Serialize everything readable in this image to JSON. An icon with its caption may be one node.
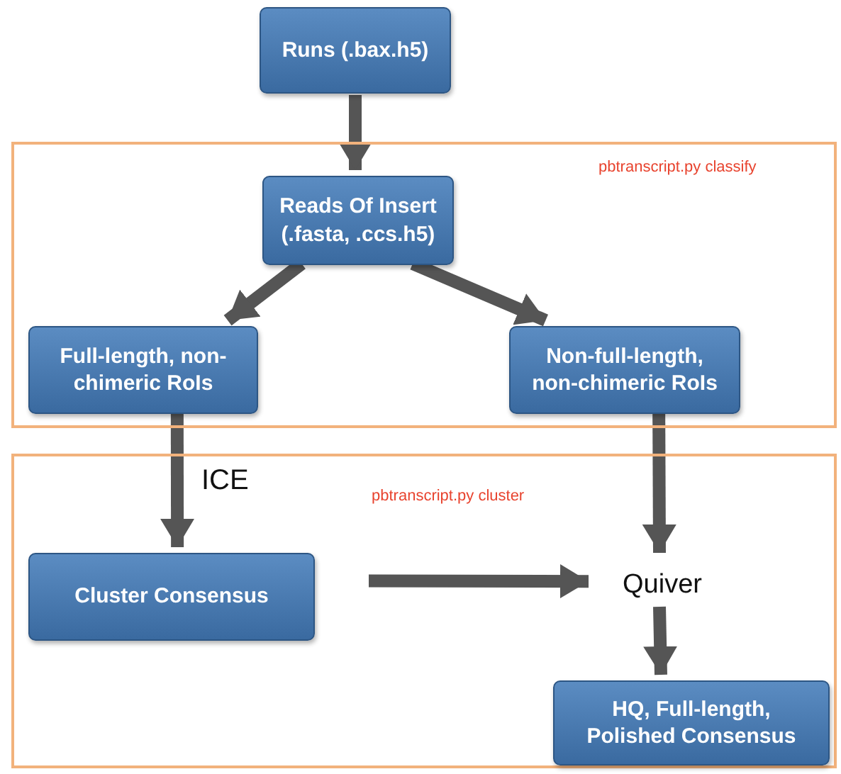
{
  "diagram": {
    "nodes": [
      {
        "text": [
          "Runs (.bax.h5)"
        ]
      },
      {
        "text": [
          "pbtranscript.py classify"
        ]
      },
      {
        "text": [
          "Reads Of Insert (.fasta, .ccs.h5)"
        ],
        "in": 1
      },
      {
        "text": [
          "Full-length, non-chimeric RoIs"
        ],
        "in": 1
      },
      {
        "text": [
          "Non-full-length, non-chimeric RoIs"
        ],
        "in": 1
      },
      {
        "text": [
          "pbtranscript.py cluster"
        ]
      },
      {
        "text": [
          "Cluster Consensus"
        ],
        "in": 5
      },
      {
        "text": [
          "Quiver"
        ],
        "in": 5
      },
      {
        "text": [
          "HQ, Full-length, Polished Consensus"
        ],
        "in": 5
      }
    ],
    "edges": [
      {
        "from": 0,
        "to": 2,
        "arrow": "to"
      },
      {
        "from": 2,
        "to": 3,
        "arrow": "to"
      },
      {
        "from": 2,
        "to": 4,
        "arrow": "to"
      },
      {
        "from": 3,
        "to": 6,
        "arrow": "to",
        "label": "ICE"
      },
      {
        "from": 4,
        "to": 7,
        "arrow": "to"
      },
      {
        "from": 6,
        "to": 7,
        "arrow": "to"
      },
      {
        "from": 7,
        "to": 8,
        "arrow": "to"
      }
    ]
  }
}
